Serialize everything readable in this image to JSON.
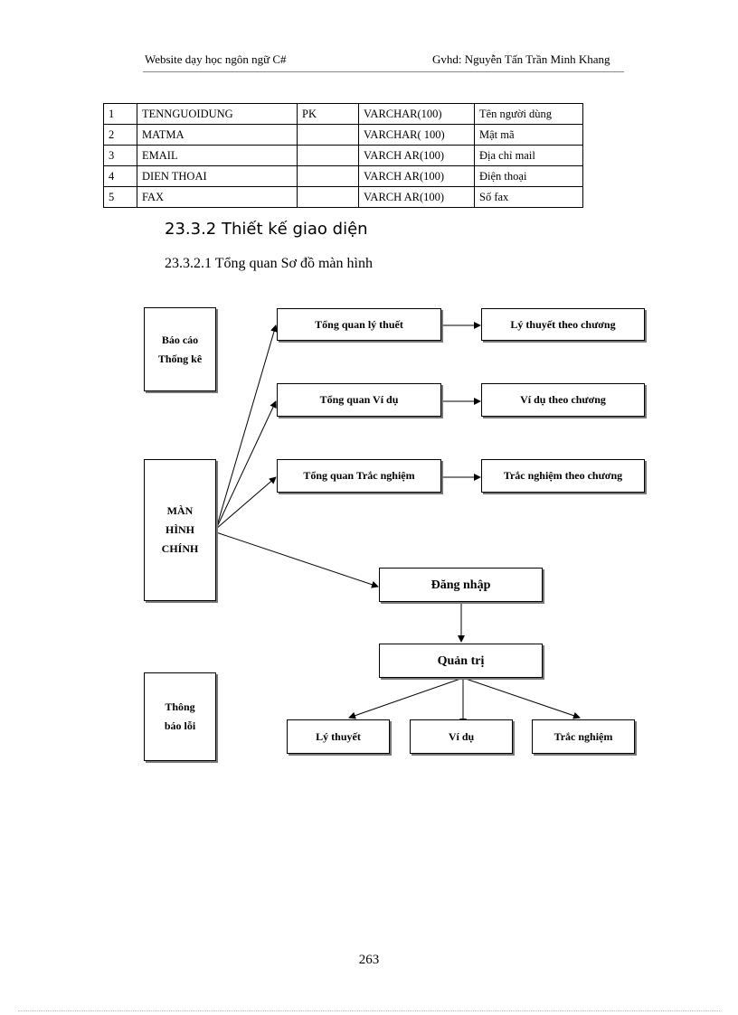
{
  "header": {
    "left": "Website dạy học ngôn ngữ C#",
    "right": "Gvhd: Nguyễn Tấn Trần Minh Khang"
  },
  "table": {
    "rows": [
      [
        "1",
        "TENNGUOIDUNG",
        "PK",
        "VARCHAR(100)",
        "Tên người dùng"
      ],
      [
        "2",
        "MATMA",
        "",
        "VARCHAR( 100)",
        "Mật mã"
      ],
      [
        "3",
        "EMAIL",
        "",
        "VARCH AR(100)",
        "Địa chỉ mail"
      ],
      [
        "4",
        "DIEN THOAI",
        "",
        "VARCH AR(100)",
        "Điện thoại"
      ],
      [
        "5",
        "FAX",
        "",
        "VARCH AR(100)",
        "Số fax"
      ]
    ]
  },
  "section": {
    "heading": "23.3.2  Thiết kế giao diện",
    "subheading": "23.3.2.1  Tổng quan Sơ đồ màn hình"
  },
  "diagram": {
    "bao_cao": "Báo cáo Thống kê",
    "man_hinh_chinh": "MÀN HÌNH CHÍNH",
    "thong_bao_loi": "Thông báo lỗi",
    "tong_quan_ly_thuyet": "Tổng quan lý thuết",
    "ly_thuyet_theo_chuong": "Lý thuyết theo chương",
    "tong_quan_vi_du": "Tổng quan Ví dụ",
    "vi_du_theo_chuong": "Ví dụ theo chương",
    "tong_quan_trac_nghiem": "Tổng quan Trắc nghiệm",
    "trac_nghiem_theo_chuong": "Trắc nghiệm theo chương",
    "dang_nhap": "Đăng nhập",
    "quan_tri": "Quản trị",
    "ly_thuyet": "Lý thuyết",
    "vi_du": "Ví dụ",
    "trac_nghiem": "Trắc nghiệm"
  },
  "page_number": "263"
}
